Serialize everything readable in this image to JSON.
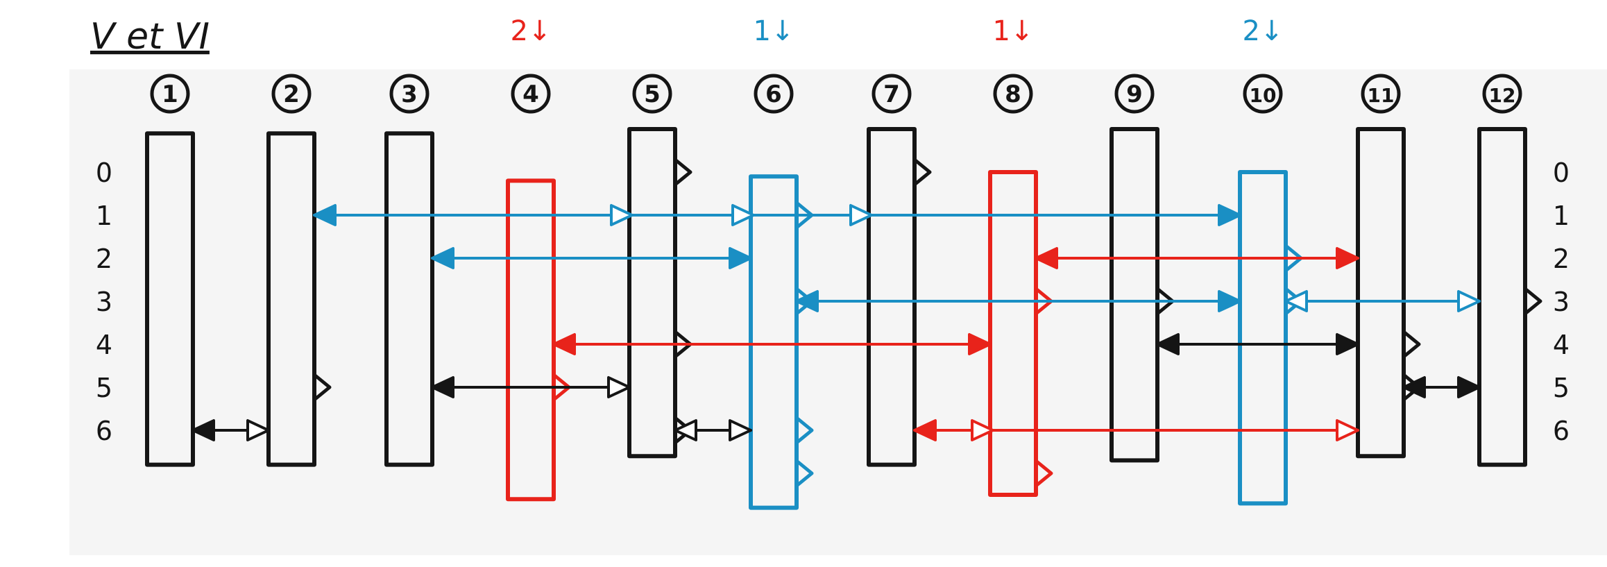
{
  "title": "V et VI",
  "columns": [
    "1",
    "2",
    "3",
    "4",
    "5",
    "6",
    "7",
    "8",
    "9",
    "10",
    "11",
    "12"
  ],
  "row_labels": [
    "0",
    "1",
    "2",
    "3",
    "4",
    "5",
    "6"
  ],
  "annotations": [
    {
      "col": 4,
      "text": "2↓",
      "color": "#e8231b"
    },
    {
      "col": 6,
      "text": "1↓",
      "color": "#1a8fc4"
    },
    {
      "col": 8,
      "text": "1↓",
      "color": "#e8231b"
    },
    {
      "col": 10,
      "text": "2↓",
      "color": "#1a8fc4"
    }
  ],
  "colors": {
    "black": "#151515",
    "red": "#e8231b",
    "blue": "#1a8fc4",
    "paper_band": "#f5f5f5"
  },
  "boxes": [
    {
      "col": 1,
      "color": "black",
      "from": -0.9,
      "to": 6.8
    },
    {
      "col": 2,
      "color": "black",
      "from": -0.9,
      "to": 6.8
    },
    {
      "col": 3,
      "color": "black",
      "from": -0.9,
      "to": 6.8
    },
    {
      "col": 4,
      "color": "red",
      "from": 0.2,
      "to": 7.6
    },
    {
      "col": 5,
      "color": "black",
      "from": -1.0,
      "to": 6.6
    },
    {
      "col": 6,
      "color": "blue",
      "from": 0.1,
      "to": 7.8
    },
    {
      "col": 7,
      "color": "black",
      "from": -1.0,
      "to": 6.8
    },
    {
      "col": 8,
      "color": "red",
      "from": 0.0,
      "to": 7.5
    },
    {
      "col": 9,
      "color": "black",
      "from": -1.0,
      "to": 6.7
    },
    {
      "col": 10,
      "color": "blue",
      "from": 0.0,
      "to": 7.7
    },
    {
      "col": 11,
      "color": "black",
      "from": -1.0,
      "to": 6.6
    },
    {
      "col": 12,
      "color": "black",
      "from": -1.0,
      "to": 6.8
    }
  ],
  "notches": [
    {
      "col": 2,
      "row": 5,
      "color": "black",
      "side": "right"
    },
    {
      "col": 4,
      "row": 5,
      "color": "red",
      "side": "right"
    },
    {
      "col": 5,
      "row": 0,
      "color": "black",
      "side": "right"
    },
    {
      "col": 5,
      "row": 4,
      "color": "black",
      "side": "right"
    },
    {
      "col": 5,
      "row": 6,
      "color": "black",
      "side": "right"
    },
    {
      "col": 6,
      "row": 1,
      "color": "blue",
      "side": "right"
    },
    {
      "col": 6,
      "row": 3,
      "color": "blue",
      "side": "right"
    },
    {
      "col": 6,
      "row": 6,
      "color": "blue",
      "side": "right"
    },
    {
      "col": 6,
      "row": 7,
      "color": "blue",
      "side": "right"
    },
    {
      "col": 7,
      "row": 0,
      "color": "black",
      "side": "right"
    },
    {
      "col": 8,
      "row": 3,
      "color": "red",
      "side": "right"
    },
    {
      "col": 8,
      "row": 7,
      "color": "red",
      "side": "right"
    },
    {
      "col": 9,
      "row": 3,
      "color": "black",
      "side": "right"
    },
    {
      "col": 10,
      "row": 2,
      "color": "blue",
      "side": "right"
    },
    {
      "col": 10,
      "row": 3,
      "color": "blue",
      "side": "right"
    },
    {
      "col": 11,
      "row": 4,
      "color": "black",
      "side": "right"
    },
    {
      "col": 11,
      "row": 5,
      "color": "black",
      "side": "right"
    },
    {
      "col": 12,
      "row": 3,
      "color": "black",
      "side": "right"
    }
  ],
  "arrows": [
    {
      "from_col": 2,
      "to_col": 10,
      "row": 1,
      "color": "blue",
      "start": "arrow-filled",
      "end": "arrow-filled",
      "mid": [
        5,
        6,
        7
      ]
    },
    {
      "from_col": 3,
      "to_col": 6,
      "row": 2,
      "color": "blue",
      "start": "arrow-filled",
      "end": "arrow-filled"
    },
    {
      "from_col": 8,
      "to_col": 11,
      "row": 2,
      "color": "red",
      "start": "arrow-filled",
      "end": "arrow-filled"
    },
    {
      "from_col": 6,
      "to_col": 10,
      "row": 3,
      "color": "blue",
      "start": "arrow-filled",
      "end": "arrow-filled"
    },
    {
      "from_col": 10,
      "to_col": 12,
      "row": 3,
      "color": "blue",
      "start": "arrow-open",
      "end": "arrow-open"
    },
    {
      "from_col": 4,
      "to_col": 8,
      "row": 4,
      "color": "red",
      "start": "arrow-filled",
      "end": "arrow-filled"
    },
    {
      "from_col": 9,
      "to_col": 11,
      "row": 4,
      "color": "black",
      "start": "arrow-filled",
      "end": "arrow-filled"
    },
    {
      "from_col": 3,
      "to_col": 5,
      "row": 5,
      "color": "black",
      "start": "arrow-filled",
      "end": "arrow-open"
    },
    {
      "from_col": 11,
      "to_col": 12,
      "row": 5,
      "color": "black",
      "start": "arrow-filled",
      "end": "arrow-filled"
    },
    {
      "from_col": 1,
      "to_col": 2,
      "row": 6,
      "color": "black",
      "start": "arrow-filled",
      "end": "arrow-open"
    },
    {
      "from_col": 5,
      "to_col": 6,
      "row": 6,
      "color": "black",
      "start": "arrow-open",
      "end": "arrow-open"
    },
    {
      "from_col": 7,
      "to_col": 11,
      "row": 6,
      "color": "red",
      "start": "arrow-filled",
      "end": "arrow-open",
      "mid": [
        8
      ]
    }
  ]
}
